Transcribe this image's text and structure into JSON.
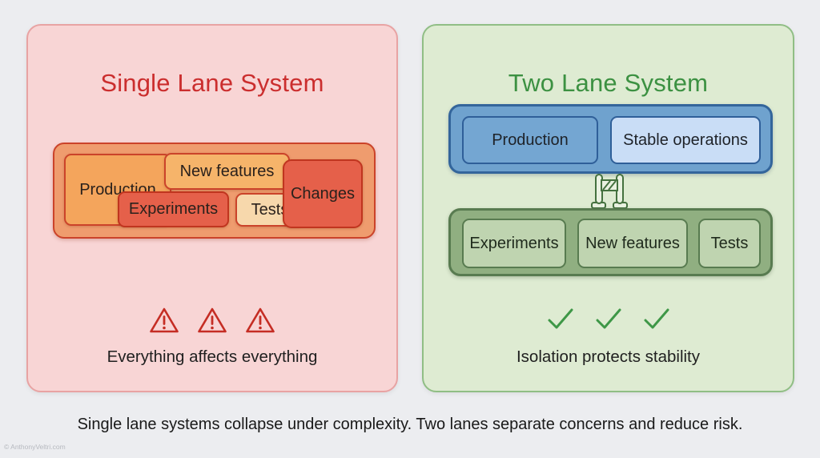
{
  "page": {
    "background_color": "#ECEDF0",
    "caption": "Single lane systems collapse under complexity. Two lanes separate concerns and reduce risk.",
    "watermark": "© AnthonyVeltri.com"
  },
  "single_lane": {
    "title": "Single Lane System",
    "title_color": "#CB2E2E",
    "panel_fill": "#F8D5D5",
    "panel_border": "#E8A3A3",
    "lane_fill": "#EF9C6E",
    "lane_border": "#CB432A",
    "boxes": {
      "production": "Production",
      "new_features": "New features",
      "experiments": "Experiments",
      "tests": "Tests",
      "changes": "Changes"
    },
    "warning_icon_count": 3,
    "warning_color": "#C52D24",
    "message": "Everything affects everything"
  },
  "two_lane": {
    "title": "Two Lane System",
    "title_color": "#3C9142",
    "panel_fill": "#DEEBD2",
    "panel_border": "#90BE85",
    "stable_lane": {
      "fill": "#6FA2CE",
      "border": "#33659B",
      "boxes": {
        "production": "Production",
        "stable_operations": "Stable operations"
      }
    },
    "experimental_lane": {
      "fill": "#90AF81",
      "border": "#587B50",
      "boxes": {
        "experiments": "Experiments",
        "new_features": "New features",
        "tests": "Tests"
      }
    },
    "check_icon_count": 3,
    "check_color": "#3E9747",
    "message": "Isolation protects stability"
  }
}
